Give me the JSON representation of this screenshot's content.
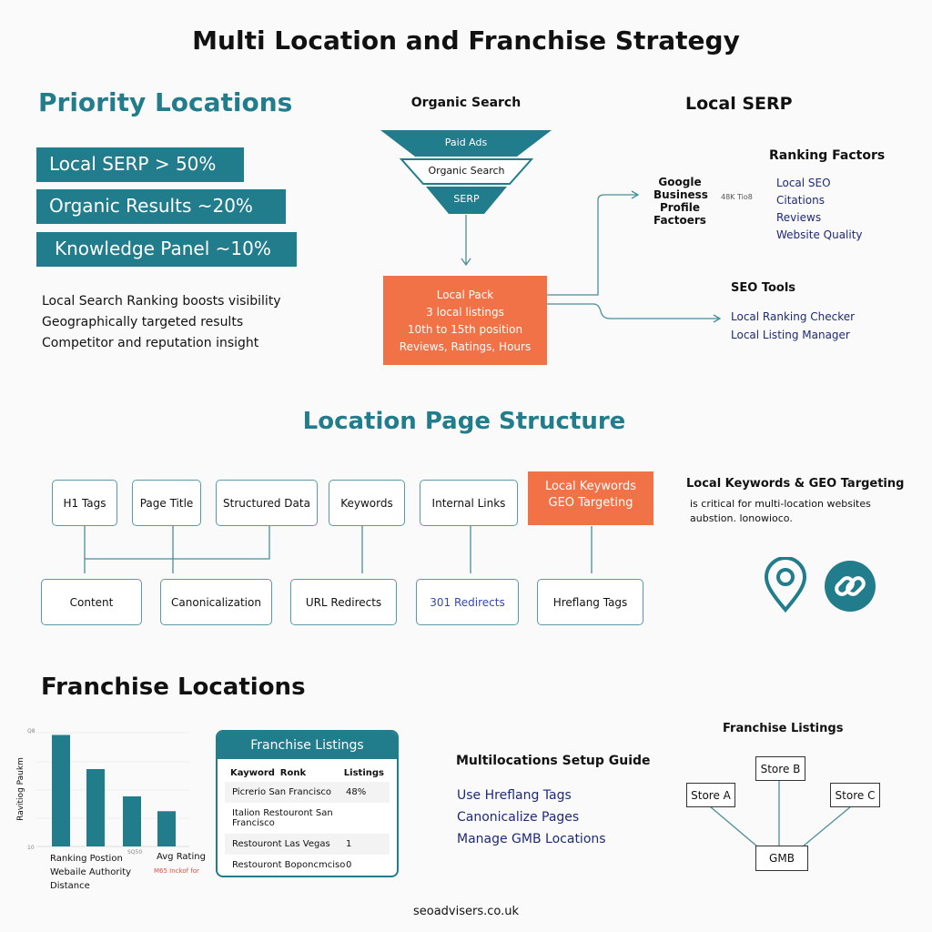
{
  "title": "Multi Location and Franchise Strategy",
  "priority": {
    "heading": "Priority Locations",
    "stats": [
      "Local SERP > 50%",
      "Organic Results ~20%",
      "Knowledge Panel ~10%"
    ],
    "bullets": [
      "Local Search Ranking boosts visibility",
      "Geographically targeted results",
      "Competitor and reputation insight"
    ]
  },
  "funnel": {
    "heading": "Organic Search",
    "levels": [
      "Paid Ads",
      "Organic Search",
      "SERP"
    ],
    "pack": {
      "title": "Local Pack",
      "lines": [
        "3 local listings",
        "10th to 15th position",
        "Reviews, Ratings, Hours"
      ]
    }
  },
  "serp": {
    "heading": "Local SERP",
    "gbp": "Google Business Profile Factoers",
    "badge": "48K Tio8",
    "ranking_heading": "Ranking Factors",
    "ranking": [
      "Local SEO",
      "Citations",
      "Reviews",
      "Website Quality"
    ],
    "tools_heading": "SEO Tools",
    "tools": [
      "Local Ranking Checker",
      "Local Listing Manager"
    ]
  },
  "structure": {
    "heading": "Location Page Structure",
    "top": [
      "H1 Tags",
      "Page Title",
      "Structured Data",
      "Keywords",
      "Internal Links",
      "Local Keywords GEO Targeting"
    ],
    "bottom": [
      "Content",
      "Canonicalization",
      "URL Redirects",
      "301 Redirects",
      "Hreflang Tags"
    ],
    "geo_heading": "Local Keywords & GEO Targeting",
    "geo_text": [
      "is critical for multi-location websites",
      "aubstion. lonowioco."
    ]
  },
  "franchise": {
    "heading": "Franchise Locations",
    "table": {
      "title": "Franchise Listings",
      "headers": [
        "Kayword",
        "Ronk",
        "Listings"
      ],
      "rows": [
        [
          "Picrerio San Francisco",
          "48%"
        ],
        [
          "Italion Restouront San Francisco",
          ""
        ],
        [
          "Restouront Las Vegas",
          "1"
        ],
        [
          "Restouront Boponcmciso",
          "0"
        ]
      ]
    },
    "guide": {
      "heading": "Multilocations Setup Guide",
      "items": [
        "Use Hreflang Tags",
        "Canonicalize Pages",
        "Manage GMB Locations"
      ]
    },
    "tree": {
      "heading": "Franchise Listings",
      "nodes": [
        "Store B",
        "Store A",
        "Store C",
        "GMB"
      ]
    }
  },
  "chart_data": {
    "type": "bar",
    "ylabel": "Ravitiog Paukm",
    "ytick_top": "Q8",
    "ytick_bottom": "10",
    "xlabels": [
      "Ranking Postion",
      "Webaile Authority",
      "Distance",
      "SQ50",
      "Avg Rating",
      "M65 Inckof for"
    ],
    "values": [
      98,
      68,
      44,
      31
    ],
    "ylim": [
      0,
      100
    ],
    "color": "#217c8c",
    "grid": true
  },
  "footer": "seoadvisers.co.uk",
  "colors": {
    "teal": "#217c8c",
    "orange": "#f07246",
    "navy": "#1e2a78"
  }
}
